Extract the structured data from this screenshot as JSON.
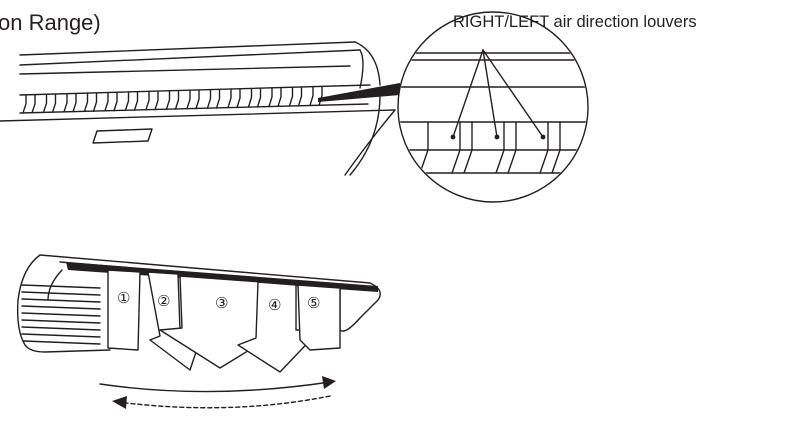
{
  "heading": {
    "title_fragment": "on Range)"
  },
  "callout": {
    "label": "RIGHT/LEFT air direction louvers"
  },
  "airflow": {
    "positions": [
      "①",
      "②",
      "③",
      "④",
      "⑤"
    ]
  }
}
